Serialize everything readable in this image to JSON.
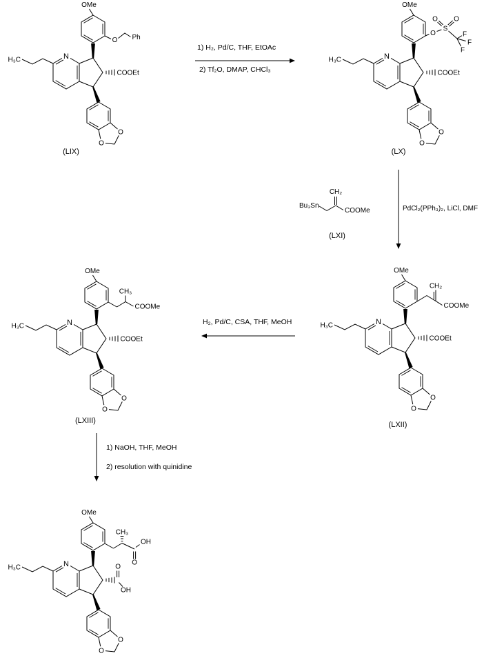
{
  "title": "Multi-step synthetic reaction scheme",
  "colors": {
    "ink": "#000000",
    "background": "#ffffff"
  },
  "structures": {
    "lix": {
      "label": "(LIX)",
      "atoms": {
        "h3c": "H₃C",
        "n": "N",
        "ome": "OMe",
        "o_ether": "O",
        "ph": "Ph",
        "cooet": "COOEt",
        "o1": "O",
        "o2": "O"
      }
    },
    "lx": {
      "label": "(LX)",
      "atoms": {
        "h3c": "H₃C",
        "n": "N",
        "ome": "OMe",
        "o_ether": "O",
        "s": "S",
        "o_s1": "O",
        "o_s2": "O",
        "f1": "F",
        "f2": "F",
        "f3": "F",
        "cooet": "COOEt",
        "o1": "O",
        "o2": "O"
      }
    },
    "lxi": {
      "label": "(LXI)",
      "atoms": {
        "bu3sn": "Bu₃Sn",
        "ch2": "CH₂",
        "coome": "COOMe"
      }
    },
    "lxii": {
      "label": "(LXII)",
      "atoms": {
        "h3c": "H₃C",
        "n": "N",
        "ome": "OMe",
        "ch2": "CH₂",
        "coome": "COOMe",
        "cooet": "COOEt",
        "o1": "O",
        "o2": "O"
      }
    },
    "lxiii": {
      "label": "(LXIII)",
      "atoms": {
        "h3c": "H₃C",
        "n": "N",
        "ome": "OMe",
        "ch3": "CH₃",
        "coome": "COOMe",
        "cooet": "COOEt",
        "o1": "O",
        "o2": "O"
      }
    },
    "final": {
      "atoms": {
        "h3c": "H₃C",
        "n": "N",
        "ome": "OMe",
        "ch3": "CH₃",
        "oh_side": "OH",
        "o_side": "O",
        "o_acid": "O",
        "oh_acid": "OH",
        "o1": "O",
        "o2": "O"
      }
    }
  },
  "reactions": {
    "step1": {
      "line1": "1) H₂, Pd/C, THF, EtOAc",
      "line2": "2) Tf₂O, DMAP, CHCl₃"
    },
    "step2": {
      "line1": "PdCl₂(PPh₃)₂, LiCl, DMF"
    },
    "step3": {
      "line1": "H₂, Pd/C, CSA, THF, MeOH"
    },
    "step4": {
      "line1": "1) NaOH, THF, MeOH",
      "line2": "2) resolution with quinidine"
    }
  }
}
